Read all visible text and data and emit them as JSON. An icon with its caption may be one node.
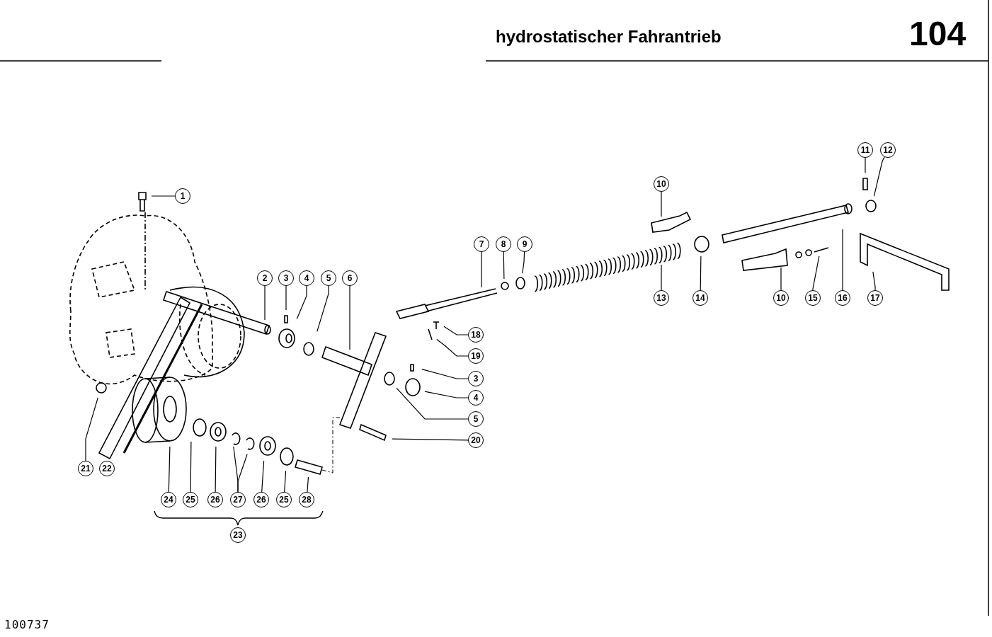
{
  "diagram": {
    "title": "hydrostatischer Fahrantrieb",
    "nodes": [
      {
        "text": [
          "11"
        ]
      },
      {
        "text": [
          "12"
        ]
      },
      {
        "text": [
          "10"
        ]
      },
      {
        "text": [
          "1"
        ]
      },
      {
        "text": [
          "7"
        ]
      },
      {
        "text": [
          "8"
        ]
      },
      {
        "text": [
          "9"
        ]
      },
      {
        "text": [
          "2"
        ]
      },
      {
        "text": [
          "3"
        ]
      },
      {
        "text": [
          "4"
        ]
      },
      {
        "text": [
          "5"
        ]
      },
      {
        "text": [
          "6"
        ]
      },
      {
        "text": [
          "13"
        ]
      },
      {
        "text": [
          "14"
        ]
      },
      {
        "text": [
          "10"
        ]
      },
      {
        "text": [
          "15"
        ]
      },
      {
        "text": [
          "16"
        ]
      },
      {
        "text": [
          "17"
        ]
      },
      {
        "text": [
          "18"
        ]
      },
      {
        "text": [
          "19"
        ]
      },
      {
        "text": [
          "3"
        ]
      },
      {
        "text": [
          "4"
        ]
      },
      {
        "text": [
          "5"
        ]
      },
      {
        "text": [
          "20"
        ]
      },
      {
        "text": [
          "21"
        ]
      },
      {
        "text": [
          "22"
        ]
      },
      {
        "text": [
          "24"
        ]
      },
      {
        "text": [
          "25"
        ]
      },
      {
        "text": [
          "26"
        ]
      },
      {
        "text": [
          "27"
        ]
      },
      {
        "text": [
          "26"
        ]
      },
      {
        "text": [
          "25"
        ]
      },
      {
        "text": [
          "28"
        ]
      }
    ],
    "edges": [
      {
        "from": 0,
        "to": null,
        "arrow": "none"
      },
      {
        "from": 1,
        "to": null,
        "arrow": "none"
      },
      {
        "from": 2,
        "to": null,
        "arrow": "none"
      },
      {
        "from": 3,
        "to": null,
        "arrow": "none"
      },
      {
        "from": 4,
        "to": null,
        "arrow": "none"
      },
      {
        "from": 5,
        "to": null,
        "arrow": "none"
      },
      {
        "from": 6,
        "to": null,
        "arrow": "none"
      },
      {
        "from": 7,
        "to": null,
        "arrow": "none"
      },
      {
        "from": 8,
        "to": null,
        "arrow": "none"
      },
      {
        "from": 9,
        "to": null,
        "arrow": "none"
      },
      {
        "from": 10,
        "to": null,
        "arrow": "none"
      },
      {
        "from": 11,
        "to": null,
        "arrow": "none"
      },
      {
        "from": 12,
        "to": null,
        "arrow": "none"
      },
      {
        "from": 13,
        "to": null,
        "arrow": "none"
      },
      {
        "from": 14,
        "to": null,
        "arrow": "none"
      },
      {
        "from": 15,
        "to": null,
        "arrow": "none"
      },
      {
        "from": 16,
        "to": null,
        "arrow": "none"
      },
      {
        "from": 17,
        "to": null,
        "arrow": "none"
      },
      {
        "from": 18,
        "to": null,
        "arrow": "none"
      },
      {
        "from": 19,
        "to": null,
        "arrow": "none"
      },
      {
        "from": 20,
        "to": null,
        "arrow": "none"
      },
      {
        "from": 21,
        "to": null,
        "arrow": "none"
      },
      {
        "from": 22,
        "to": null,
        "arrow": "none"
      },
      {
        "from": 23,
        "to": null,
        "arrow": "none"
      },
      {
        "from": 24,
        "to": null,
        "arrow": "none"
      },
      {
        "from": 25,
        "to": null,
        "arrow": "none"
      },
      {
        "from": 26,
        "to": null,
        "arrow": "none"
      },
      {
        "from": 27,
        "to": null,
        "arrow": "none"
      },
      {
        "from": 28,
        "to": null,
        "arrow": "none"
      },
      {
        "from": 29,
        "to": null,
        "arrow": "none"
      },
      {
        "from": 29,
        "to": null,
        "arrow": "none"
      },
      {
        "from": 30,
        "to": null,
        "arrow": "none"
      },
      {
        "from": 31,
        "to": null,
        "arrow": "none"
      },
      {
        "from": 32,
        "to": null,
        "arrow": "none"
      }
    ],
    "labels": [
      "104",
      "23",
      "100737"
    ]
  }
}
